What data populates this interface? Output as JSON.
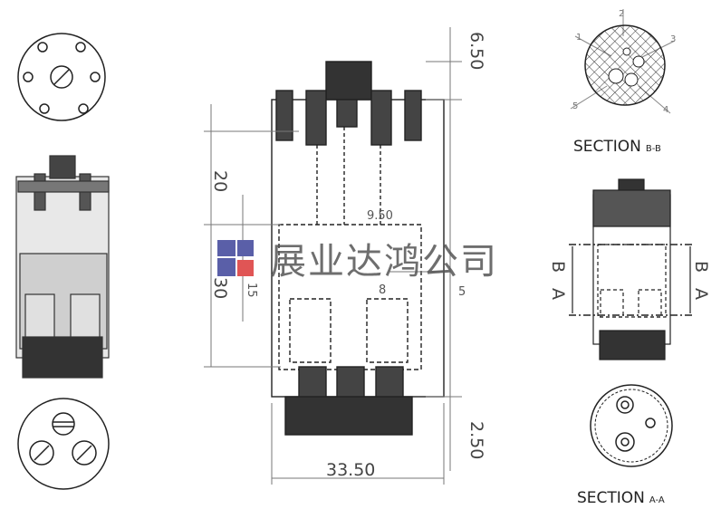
{
  "dimensions": {
    "top_offset": "6.50",
    "upper_height": "20",
    "lower_height": "30",
    "width": "33.50",
    "bottom_offset": "2.50",
    "hole_spacing": "9.50",
    "small_a": "5",
    "small_b": "8",
    "small_c": "15"
  },
  "section_bb": {
    "label": "SECTION",
    "suffix": "B-B",
    "numbers": [
      "1",
      "2",
      "3",
      "4",
      "5"
    ]
  },
  "section_aa": {
    "label": "SECTION",
    "suffix": "A-A"
  },
  "cut_labels": {
    "b_left": "B",
    "a_left": "A",
    "b_right": "B",
    "a_right": "A"
  },
  "watermark": {
    "text": "展业达鸿公司",
    "colors": {
      "blue": "#5a5fa8",
      "red": "#e05555"
    }
  }
}
